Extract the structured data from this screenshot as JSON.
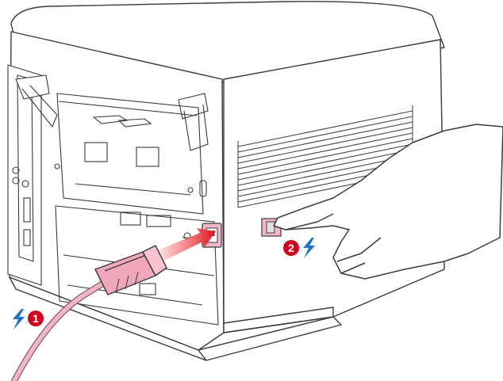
{
  "figure": {
    "subject": "printer-rear-power-connection",
    "colors": {
      "outline": "#3a3a3a",
      "body_fill": "#ffffff",
      "cable": "#f2b6c6",
      "cable_outline": "#8a5a68",
      "plug": "#f0a6bb",
      "arrow": "#e1141c",
      "marker": "#d0021b",
      "lightning": "#1e73c8"
    },
    "steps": [
      {
        "number": "1",
        "icon": "lightning-icon"
      },
      {
        "number": "2",
        "icon": "lightning-icon"
      }
    ]
  }
}
